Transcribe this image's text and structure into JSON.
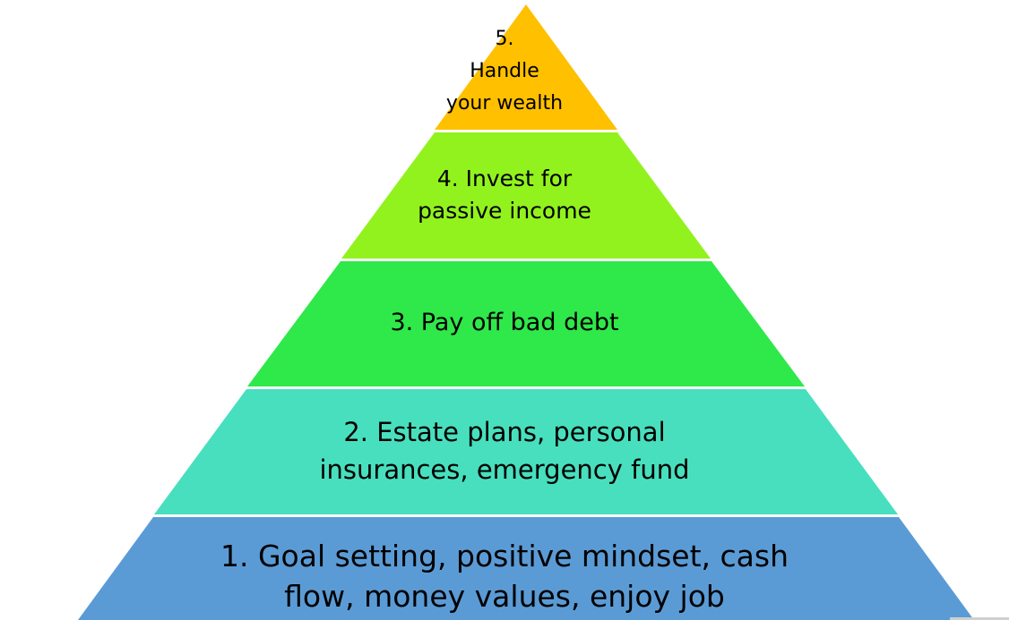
{
  "diagram": {
    "type": "pyramid",
    "levels": [
      {
        "id": 5,
        "lines": [
          "5.",
          "Handle",
          "your wealth"
        ],
        "color": "#FFC000"
      },
      {
        "id": 4,
        "lines": [
          "4. Invest for",
          "passive income"
        ],
        "color": "#92F21E"
      },
      {
        "id": 3,
        "lines": [
          "3. Pay off bad debt"
        ],
        "color": "#2FE84A"
      },
      {
        "id": 2,
        "lines": [
          "2. Estate plans, personal",
          "insurances, emergency fund"
        ],
        "color": "#48DFBE"
      },
      {
        "id": 1,
        "lines": [
          "1. Goal setting, positive mindset, cash",
          "flow, money values, enjoy job"
        ],
        "color": "#5B9BD5"
      }
    ],
    "separator_color": "#FFFFFF"
  }
}
